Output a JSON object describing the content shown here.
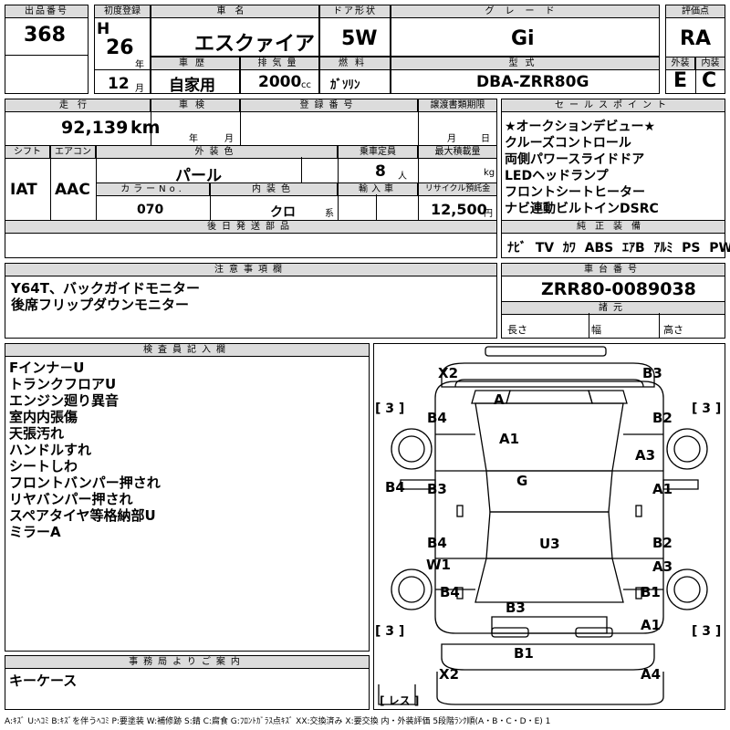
{
  "header": {
    "lot_no_label": "出品番号",
    "lot_no": "368",
    "first_reg_label": "初度登録",
    "era": "H",
    "year": "26",
    "year_unit": "年",
    "month": "12",
    "month_unit": "月",
    "car_name_label": "車名",
    "car_name": "エスクァイア",
    "door_label": "ドア形状",
    "door": "5W",
    "grade_label": "グレード",
    "grade": "Gi",
    "score_label": "評価点",
    "score": "RA",
    "history_label": "車歴",
    "history": "自家用",
    "displacement_label": "排気量",
    "displacement": "2000",
    "displacement_unit": "cc",
    "fuel_label": "燃料",
    "fuel": "ｶﾞｿﾘﾝ",
    "model_label": "型式",
    "model": "DBA-ZRR80G",
    "ext_label": "外装",
    "ext_grade": "E",
    "int_label": "内装",
    "int_grade": "C"
  },
  "row2": {
    "mileage_label": "走行",
    "mileage": "92,139",
    "mileage_unit": "km",
    "inspection_label": "車検",
    "insp_year": "年",
    "insp_month": "月",
    "reg_no_label": "登録番号",
    "transfer_label": "譲渡書類期限",
    "tr_month": "月",
    "tr_day": "日",
    "shift_label": "シフト",
    "shift": "IAT",
    "ac_label": "エアコン",
    "ac": "AAC",
    "color_label": "外装色",
    "color": "パール",
    "capacity_label": "乗車定員",
    "capacity": "8",
    "capacity_unit": "人",
    "load_label": "最大積載量",
    "load_unit": "kg",
    "color_no_label": "カラーNo.",
    "color_no": "070",
    "int_color_label": "内装色",
    "int_color": "クロ",
    "int_color_unit": "系",
    "import_label": "輸入車",
    "recycle_label": "リサイクル預託金",
    "recycle": "12,500",
    "recycle_unit": "円",
    "later_parts_label": "後日発送部品"
  },
  "sales": {
    "label": "セールスポイント",
    "items": [
      "★オークションデビュー★",
      "クルーズコントロール",
      "両側パワースライドドア",
      "LEDヘッドランプ",
      "フロントシートヒーター",
      "ナビ連動ビルトインDSRC"
    ]
  },
  "equipment": {
    "label": "純正装備",
    "items": [
      "ﾅﾋﾞ",
      "TV",
      "ｶﾜ",
      "ABS",
      "ｴｱB",
      "ｱﾙﾐ",
      "PS",
      "PW"
    ]
  },
  "notes": {
    "label": "注意事項欄",
    "lines": [
      "Y64T、バックガイドモニター",
      "後席フリップダウンモニター"
    ]
  },
  "chassis": {
    "label": "車台番号",
    "value": "ZRR80-0089038",
    "dims_label": "諸元",
    "length": "長さ",
    "width": "幅",
    "height": "高さ"
  },
  "inspector": {
    "label": "検査員記入欄",
    "lines": [
      "Fインナ－U",
      "トランクフロアU",
      "エンジン廻り異音",
      "室内内張傷",
      "天張汚れ",
      "ハンドルすれ",
      "シートしわ",
      "フロントバンパー押され",
      "リヤバンパー押され",
      "スペアタイヤ等格納部U",
      "ミラーA"
    ]
  },
  "office": {
    "label": "事務局よりご案内",
    "lines": [
      "キーケース"
    ]
  },
  "diagram": {
    "marks": {
      "x2_top": "X2",
      "b3_top": "B3",
      "a_front": "A",
      "b4_front_l": "B4",
      "b2_front_r": "B2",
      "a1_hood": "A1",
      "a3_right": "A3",
      "b4_side": "B4",
      "b3_left": "B3",
      "g_roof": "G",
      "a1_right": "A1",
      "b4_rear_l": "B4",
      "w1": "W1",
      "u3": "U3",
      "b2_rear_r": "B2",
      "a3_rear_r": "A3",
      "b4_bottom_l": "B4",
      "b1_right": "B1",
      "b3_rear": "B3",
      "a1_bottom_r": "A1",
      "b1_bottom": "B1",
      "x2_bottom": "X2",
      "a4": "A4"
    },
    "tire_fl": "[ 3 ]",
    "tire_fr": "[ 3 ]",
    "tire_rl": "[ 3 ]",
    "tire_rr": "[ 3 ]",
    "spare": "[ レス ]"
  },
  "legend": "A:ｷｽﾞ U:ﾍｺﾐ B:ｷｽﾞを伴うﾍｺﾐ P:要塗装 W:補修跡 S:錆 C:腐食 G:ﾌﾛﾝﾄｶﾞﾗｽ点ｷｽﾞ XX:交換済み X:要交換 内・外装評価 5段階ﾗﾝｸ順(A・B・C・D・E) 1"
}
